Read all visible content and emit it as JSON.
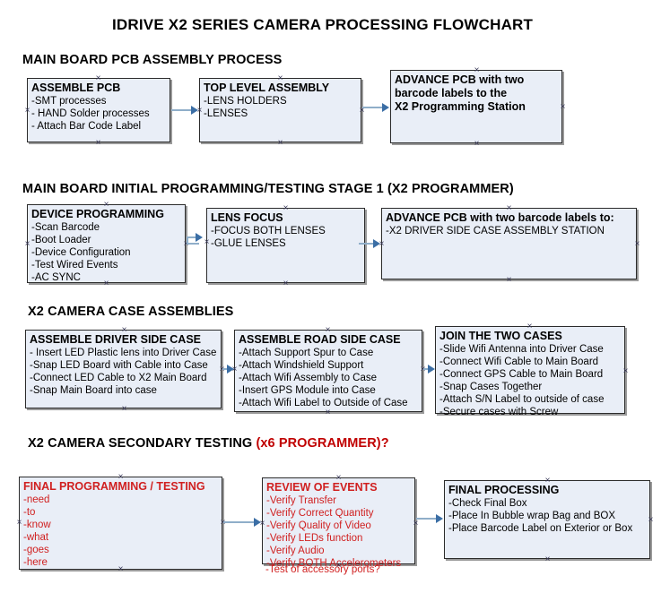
{
  "title": "IDRIVE X2  SERIES CAMERA PROCESSING FLOWCHART",
  "sections": [
    {
      "heading": "MAIN BOARD PCB ASSEMBLY PROCESS",
      "accent": ""
    },
    {
      "heading": "MAIN BOARD INITIAL PROGRAMMING/TESTING STAGE 1 (X2 PROGRAMMER)",
      "accent": ""
    },
    {
      "heading": "X2 CAMERA CASE ASSEMBLIES",
      "accent": ""
    },
    {
      "heading": "X2 CAMERA SECONDARY TESTING ",
      "accent": "(x6 PROGRAMMER)?"
    }
  ],
  "boxes": {
    "assemble_pcb": {
      "title": "ASSEMBLE PCB",
      "lines": [
        " -SMT processes",
        "- HAND Solder processes",
        "- Attach Bar Code Label"
      ]
    },
    "top_level_assembly": {
      "title": "TOP LEVEL ASSEMBLY",
      "lines": [
        "-LENS HOLDERS",
        "-LENSES"
      ]
    },
    "advance_pcb_station": {
      "title": "ADVANCE PCB with two",
      "lines": [
        "barcode labels to the",
        " X2 Programming Station"
      ]
    },
    "device_programming": {
      "title": "DEVICE PROGRAMMING",
      "lines": [
        "-Scan Barcode",
        "-Boot Loader",
        "-Device Configuration",
        "-Test Wired Events",
        "-AC SYNC"
      ]
    },
    "lens_focus": {
      "title": "LENS FOCUS",
      "lines": [
        "-FOCUS BOTH LENSES",
        "-GLUE LENSES"
      ]
    },
    "advance_pcb_driver": {
      "title": "ADVANCE PCB with two barcode labels to:",
      "lines": [
        "-X2 DRIVER  SIDE  CASE  ASSEMBLY STATION"
      ]
    },
    "driver_side_case": {
      "title": "ASSEMBLE DRIVER SIDE CASE",
      "lines": [
        "- Insert LED Plastic lens into Driver Case",
        "-Snap LED Board with Cable into Case",
        "-Connect LED Cable to X2 Main Board",
        "-Snap Main Board into case"
      ]
    },
    "road_side_case": {
      "title": "ASSEMBLE ROAD SIDE CASE",
      "lines": [
        "-Attach Support Spur to Case",
        "-Attach Windshield Support",
        "-Attach Wifi Assembly to Case",
        "-Insert GPS Module into Case",
        "-Attach Wifi Label to Outside of Case"
      ]
    },
    "join_two_cases": {
      "title": "JOIN THE TWO CASES",
      "lines": [
        "-Slide Wifi Antenna into Driver Case",
        "-Connect Wifi Cable to Main Board",
        "-Connect GPS Cable to Main Board",
        "-Snap Cases Together",
        "-Attach S/N Label to outside of case",
        "-Secure cases with Screw"
      ]
    },
    "final_programming": {
      "title": "FINAL PROGRAMMING / TESTING",
      "lines": [
        "-need",
        "-to",
        "-know",
        "-what",
        "-goes",
        "-here"
      ]
    },
    "review_of_events": {
      "title": "REVIEW OF EVENTS",
      "lines": [
        "-Verify Transfer",
        "-Verify Correct Quantity",
        "-Verify Quality of Video",
        "-Verify LEDs function",
        "-Verify Audio",
        "-Verify BOTH Accelerometers"
      ],
      "overflow_line": "-Test of accessory ports?"
    },
    "final_processing": {
      "title": "FINAL PROCESSING",
      "lines": [
        " -Check Final Box",
        "-Place In Bubble wrap Bag and BOX",
        "-Place Barcode Label on Exterior or Box"
      ]
    }
  },
  "colors": {
    "box_fill": "#e9eef7",
    "box_border": "#2b2b2b",
    "connector": "#8faec9",
    "arrow": "#3b6ea5",
    "red_text": "#d02020",
    "accent_heading": "#c00000"
  }
}
